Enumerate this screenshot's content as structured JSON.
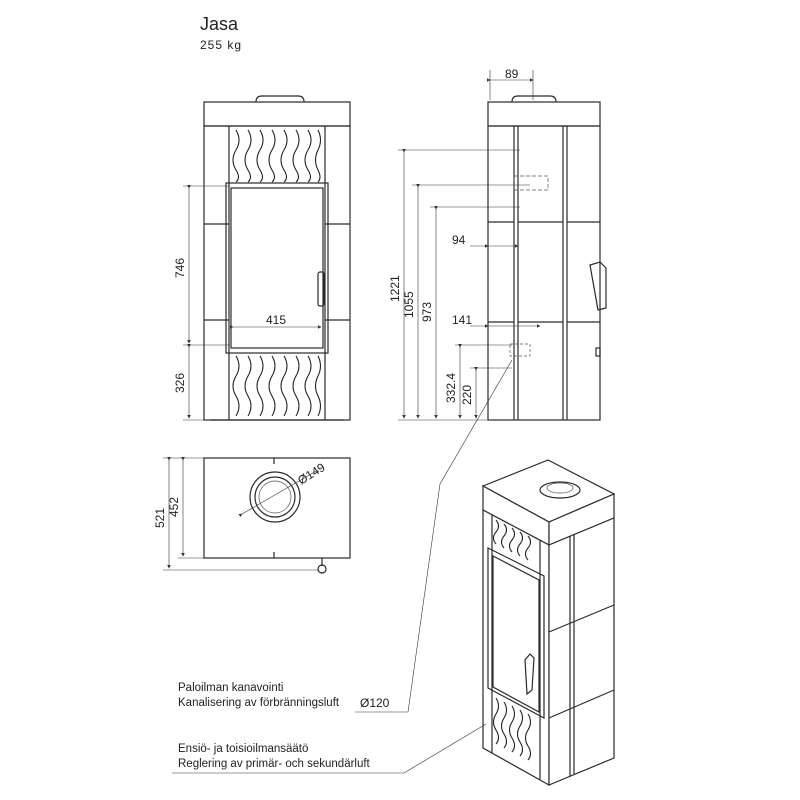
{
  "title": "Jasa",
  "weight": "255 kg",
  "front_view": {
    "dim_height_door": "746",
    "dim_height_base": "326",
    "dim_width_door": "415"
  },
  "side_view": {
    "dim_top_offset": "89",
    "dim_h1": "1221",
    "dim_h2": "1055",
    "dim_h3": "973",
    "dim_h4": "332.4",
    "dim_h5": "220",
    "dim_d1": "94",
    "dim_d2": "141"
  },
  "top_view": {
    "dim_depth_total": "521",
    "dim_depth_inner": "452",
    "dim_flue": "Ø149"
  },
  "callouts": {
    "air_line1": "Paloilman kanavointi",
    "air_line2": "Kanalisering av förbränningsluft",
    "air_dim": "Ø120",
    "reg_line1": "Ensiö- ja toisioilmansäätö",
    "reg_line2": "Reglering av primär- och sekundärluft"
  }
}
